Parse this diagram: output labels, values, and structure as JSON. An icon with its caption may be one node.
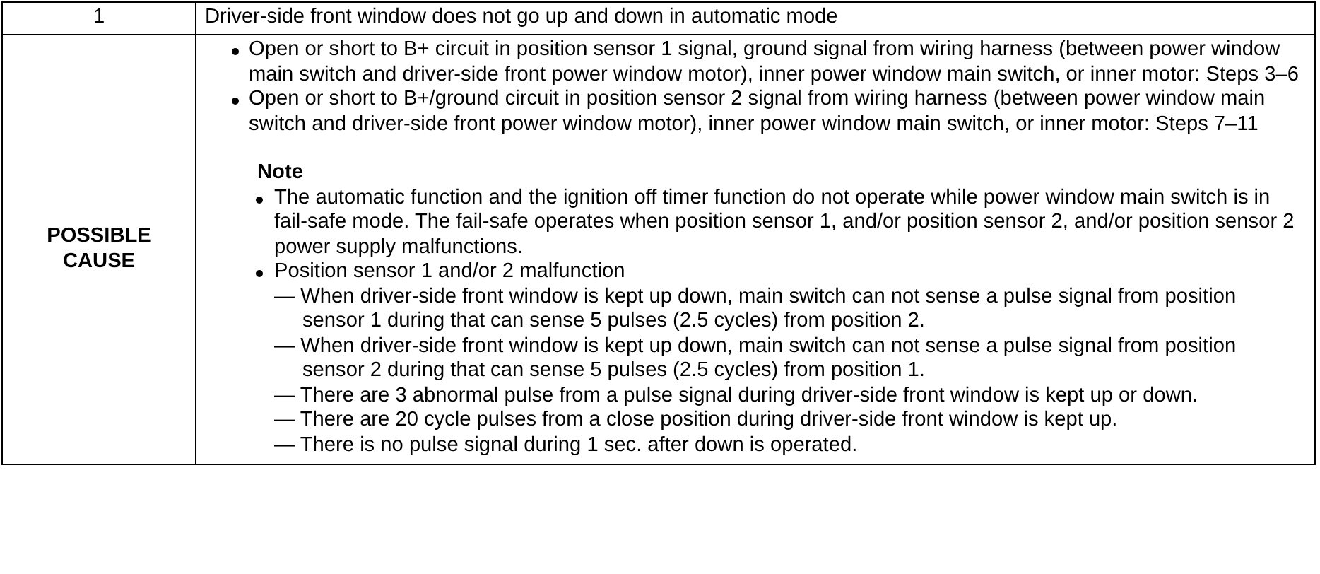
{
  "diagram": {
    "labels": [
      "1",
      "Driver-side front window does not go up and down in automatic mode",
      "POSSIBLE CAUSE",
      "Open or short to B+ circuit in position sensor 1 signal, ground signal from wiring harness (between power window main switch and driver-side front power window motor), inner power window main switch, or inner motor: Steps 3–6",
      "Open or short to B+/ground circuit in position sensor 2 signal from wiring harness (between power window main switch and driver-side front power window motor), inner power window main switch, or inner motor: Steps 7–11",
      "Note",
      "The automatic function and the ignition off timer function do not operate while power window main switch is in fail-safe mode. The fail-safe operates when position sensor 1, and/or position sensor 2, and/or position sensor 2 power supply malfunctions.",
      "Position sensor 1 and/or 2 malfunction",
      "— When driver-side front window is kept up down, main switch can not sense a pulse signal from position sensor 1 during that can sense 5 pulses (2.5 cycles) from position 2.",
      "— When driver-side front window is kept up down, main switch can not sense a pulse signal from position sensor 2 during that can sense 5 pulses (2.5 cycles) from position 1.",
      "— There are 3 abnormal pulse from a pulse signal during driver-side front window is kept up or down.",
      "— There are 20 cycle pulses from a close position during driver-side front window is kept up.",
      "— There is no pulse signal during 1 sec. after down is operated."
    ]
  }
}
